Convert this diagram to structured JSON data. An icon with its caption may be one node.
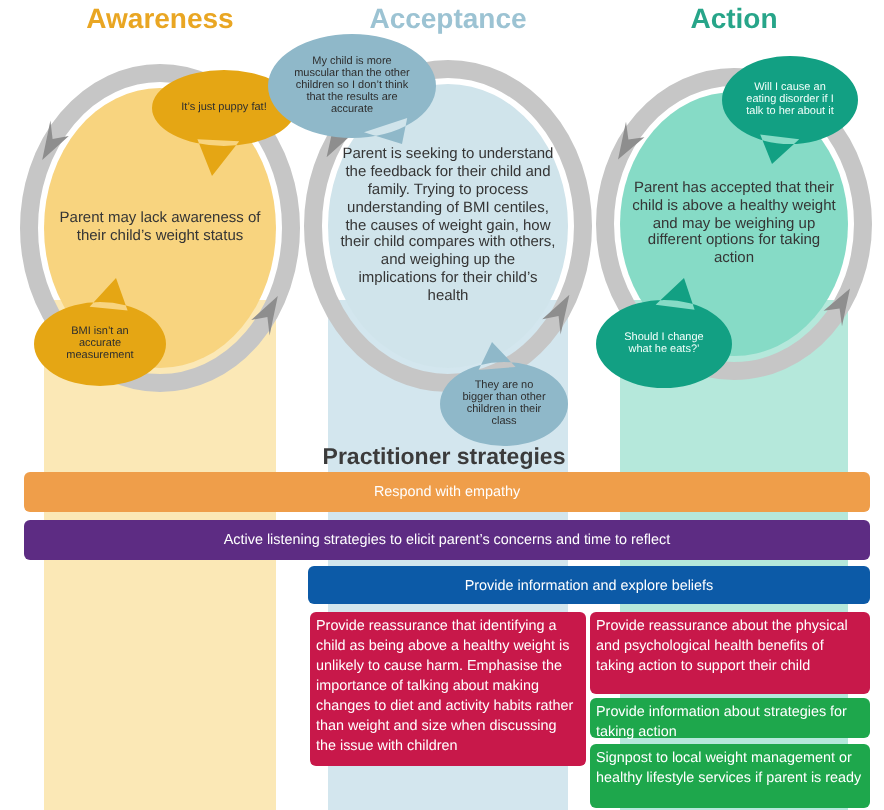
{
  "diagram": {
    "nodes": [
      {
        "text": [
          "Awareness",
          "Parent may lack awareness of their child’s weight status"
        ]
      },
      {
        "text": [
          "It’s just puppy fat!"
        ]
      },
      {
        "text": [
          "BMI isn’t an accurate measurement"
        ]
      },
      {
        "text": [
          "Acceptance",
          "Parent is seeking to understand the feedback for their child and family. Trying to process understanding of BMI centiles, the causes of weight gain, how their child compares with others, and weighing up the implications for their child’s health"
        ]
      },
      {
        "text": [
          "My child is more muscular than the other children so I don’t think that the results are accurate"
        ]
      },
      {
        "text": [
          "They are no bigger than other children in their class"
        ]
      },
      {
        "text": [
          "Action",
          "Parent has accepted that their child is above a healthy weight and may be weighing up different options for taking action"
        ]
      },
      {
        "text": [
          "Will I cause an eating disorder if I talk to her about it"
        ]
      },
      {
        "text": [
          "Should I change what he eats?’"
        ]
      },
      {
        "text": [
          "Respond with empathy"
        ]
      },
      {
        "text": [
          "Active listening strategies to elicit parent’s concerns and time to reflect"
        ]
      },
      {
        "text": [
          "Provide information and explore beliefs"
        ]
      },
      {
        "text": [
          "Provide reassurance that identifying a child as being above a healthy weight is unlikely to cause harm. Emphasise the importance of talking about making changes to diet and activity habits rather than weight and size when discussing the issue with children"
        ]
      },
      {
        "text": [
          "Provide reassurance about the physical and psychological health benefits of taking action to support their child"
        ]
      },
      {
        "text": [
          "Provide information about strategies for taking action"
        ]
      },
      {
        "text": [
          "Signpost to local weight management or healthy lifestyle services if parent is ready"
        ]
      }
    ],
    "labels": [
      "Practitioner strategies"
    ]
  }
}
